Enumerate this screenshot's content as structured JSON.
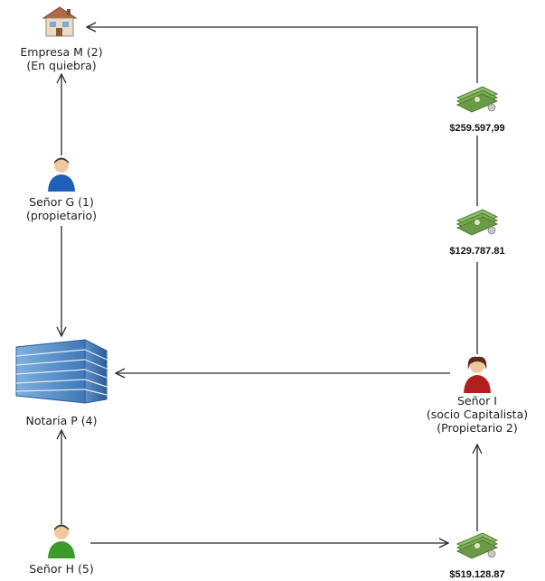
{
  "nodes": {
    "empresa": {
      "line1": "Empresa M (2)",
      "line2": "(En quiebra)"
    },
    "senor_g": {
      "line1": "Señor G (1)",
      "line2": "(propietario)"
    },
    "notaria": {
      "line1": "Notaria P (4)"
    },
    "senor_i": {
      "line1": "Señor I",
      "line2": "(socio Capitalista)",
      "line3": "(Propietario 2)"
    },
    "senor_h": {
      "line1": "Señor H (5)"
    }
  },
  "amounts": {
    "top": "$259.597,99",
    "middle": "$129.787.81",
    "bottom": "$519.128.87"
  },
  "icons": {
    "empresa": "house-icon",
    "senor_g": "person-blue-icon",
    "notaria": "office-building-icon",
    "senor_i": "person-red-icon",
    "senor_h": "person-green-icon",
    "money": "money-stack-icon"
  },
  "colors": {
    "line": "#2a2a2a",
    "person_g": "#1f5fb5",
    "person_i": "#b22020",
    "person_h": "#3a9a2a",
    "money": "#5b8a3a"
  }
}
